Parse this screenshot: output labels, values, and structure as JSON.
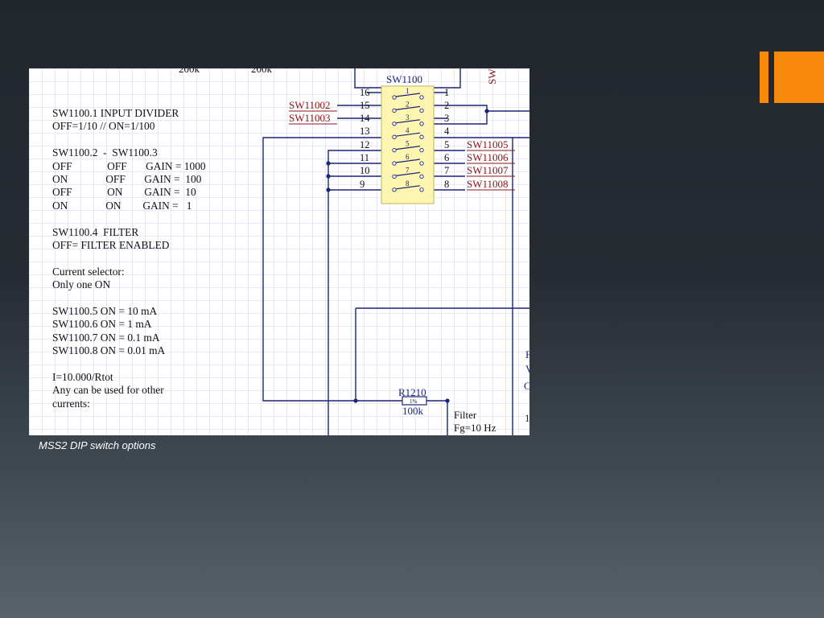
{
  "colors": {
    "accent": "#f78a0d",
    "wire": "#1a2477",
    "net_label": "#8b1414",
    "component_fill": "#fdf5b0",
    "component_border": "#c2b263",
    "text": "#111111"
  },
  "top_labels": [
    "200k",
    "200k"
  ],
  "switch": {
    "ref": "SW1100",
    "left_pins": [
      "16",
      "15",
      "14",
      "13",
      "12",
      "11",
      "10",
      "9"
    ],
    "right_pins": [
      "1",
      "2",
      "3",
      "4",
      "5",
      "6",
      "7",
      "8"
    ],
    "contacts": [
      "1",
      "2",
      "3",
      "4",
      "5",
      "6",
      "7",
      "8"
    ]
  },
  "net_labels": {
    "left": [
      "SW11002",
      "SW11003"
    ],
    "right": [
      "SW11005",
      "SW11006",
      "SW11007",
      "SW11008"
    ],
    "top_vertical": "SW"
  },
  "notes": [
    "SW1100.1 INPUT DIVIDER",
    "OFF=1/10 // ON=1/100",
    "",
    "SW1100.2  -  SW1100.3",
    "OFF             OFF       GAIN = 1000",
    "ON              OFF       GAIN =  100",
    "OFF             ON        GAIN =  10",
    "ON              ON        GAIN =   1",
    "",
    "SW1100.4  FILTER",
    "OFF= FILTER ENABLED",
    "",
    "Current selector:",
    "Only one ON",
    "",
    "SW1100.5 ON = 10 mA",
    "SW1100.6 ON = 1 mA",
    "SW1100.7 ON = 0.1 mA",
    "SW1100.8 ON = 0.01 mA",
    "",
    "I=10.000/Rtot",
    "Any can be used for other",
    "currents:"
  ],
  "resistor": {
    "ref": "R1210",
    "tolerance": "1%",
    "value": "100k"
  },
  "filter_note": [
    "Filter",
    "Fg=10 Hz"
  ],
  "edge_fragments": [
    "F",
    "V",
    "C",
    "1"
  ],
  "caption": "MSS2 DIP switch options"
}
